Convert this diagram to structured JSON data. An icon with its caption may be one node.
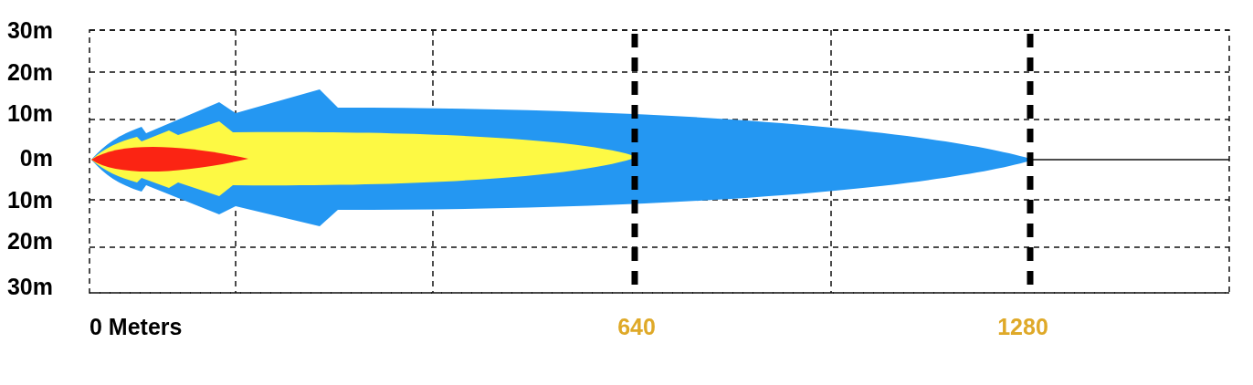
{
  "diagram": {
    "labels": [
      "30m",
      "20m",
      "10m",
      "0m",
      "10m",
      "20m",
      "30m",
      "0 Meters",
      "640",
      "1280"
    ]
  }
}
